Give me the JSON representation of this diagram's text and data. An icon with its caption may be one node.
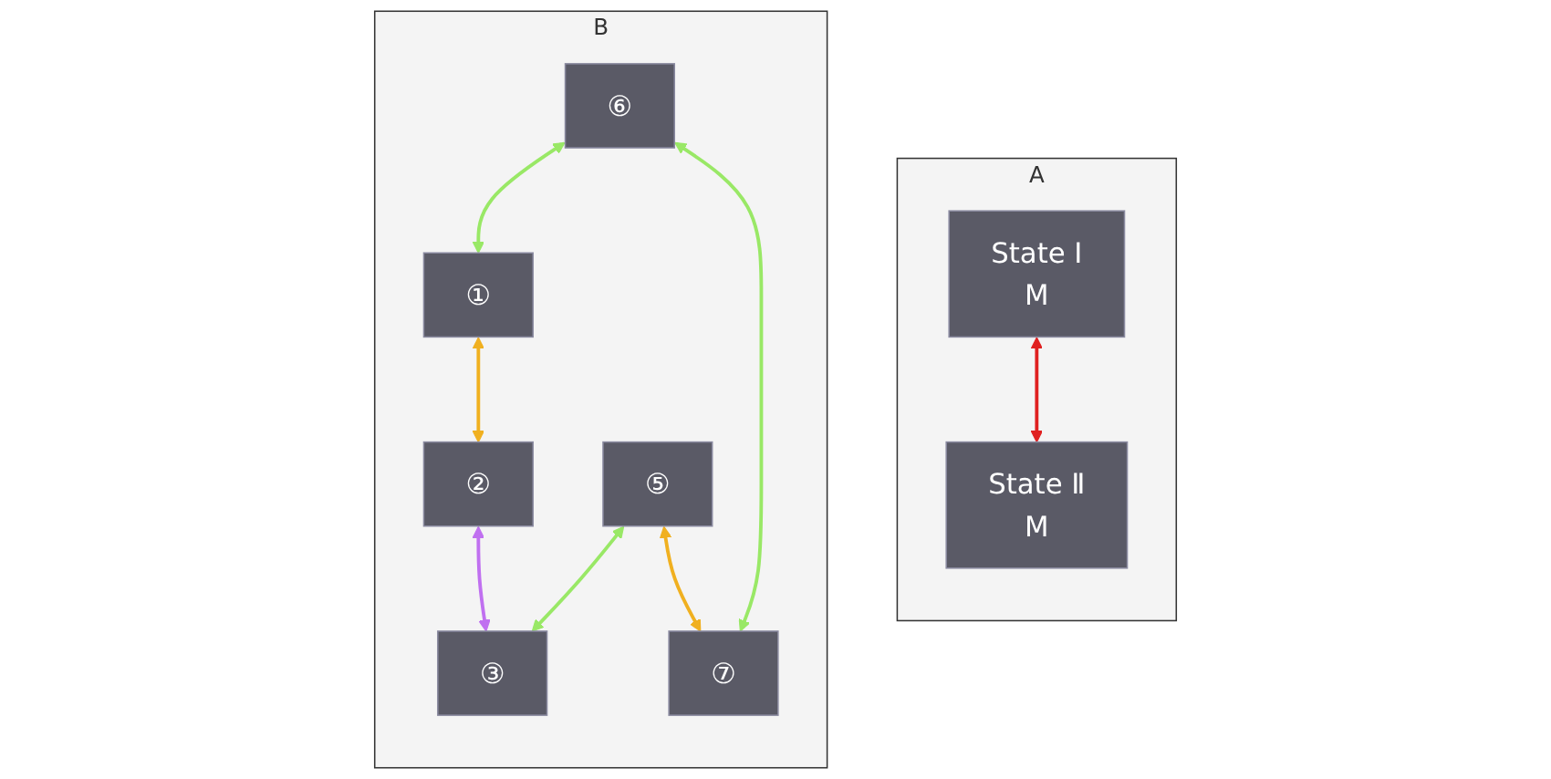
{
  "diagram": {
    "nodes": [
      {
        "text": [
          "A"
        ]
      },
      {
        "text": [
          "State Ⅰ",
          "M"
        ],
        "in": 0
      },
      {
        "text": [
          "State Ⅱ",
          "M"
        ],
        "in": 0
      },
      {
        "text": [
          "B"
        ]
      },
      {
        "text": [
          "①"
        ],
        "in": 3
      },
      {
        "text": [
          "②"
        ],
        "in": 3
      },
      {
        "text": [
          "③"
        ],
        "in": 3
      },
      {
        "text": [
          "⑤"
        ],
        "in": 3
      },
      {
        "text": [
          "⑥"
        ],
        "in": 3
      },
      {
        "text": [
          "⑦"
        ],
        "in": 3
      }
    ],
    "edges": [
      {
        "from": 1,
        "to": 2,
        "arrow": "both",
        "color": "#e02020"
      },
      {
        "from": 8,
        "to": 4,
        "arrow": "both",
        "color": "#99e866"
      },
      {
        "from": 4,
        "to": 5,
        "arrow": "both",
        "color": "#f0b020"
      },
      {
        "from": 5,
        "to": 6,
        "arrow": "both",
        "color": "#c070f0"
      },
      {
        "from": 7,
        "to": 6,
        "arrow": "both",
        "color": "#99e866"
      },
      {
        "from": 7,
        "to": 9,
        "arrow": "both",
        "color": "#f0b020"
      },
      {
        "from": 8,
        "to": 9,
        "arrow": "both",
        "color": "#99e866"
      }
    ]
  }
}
